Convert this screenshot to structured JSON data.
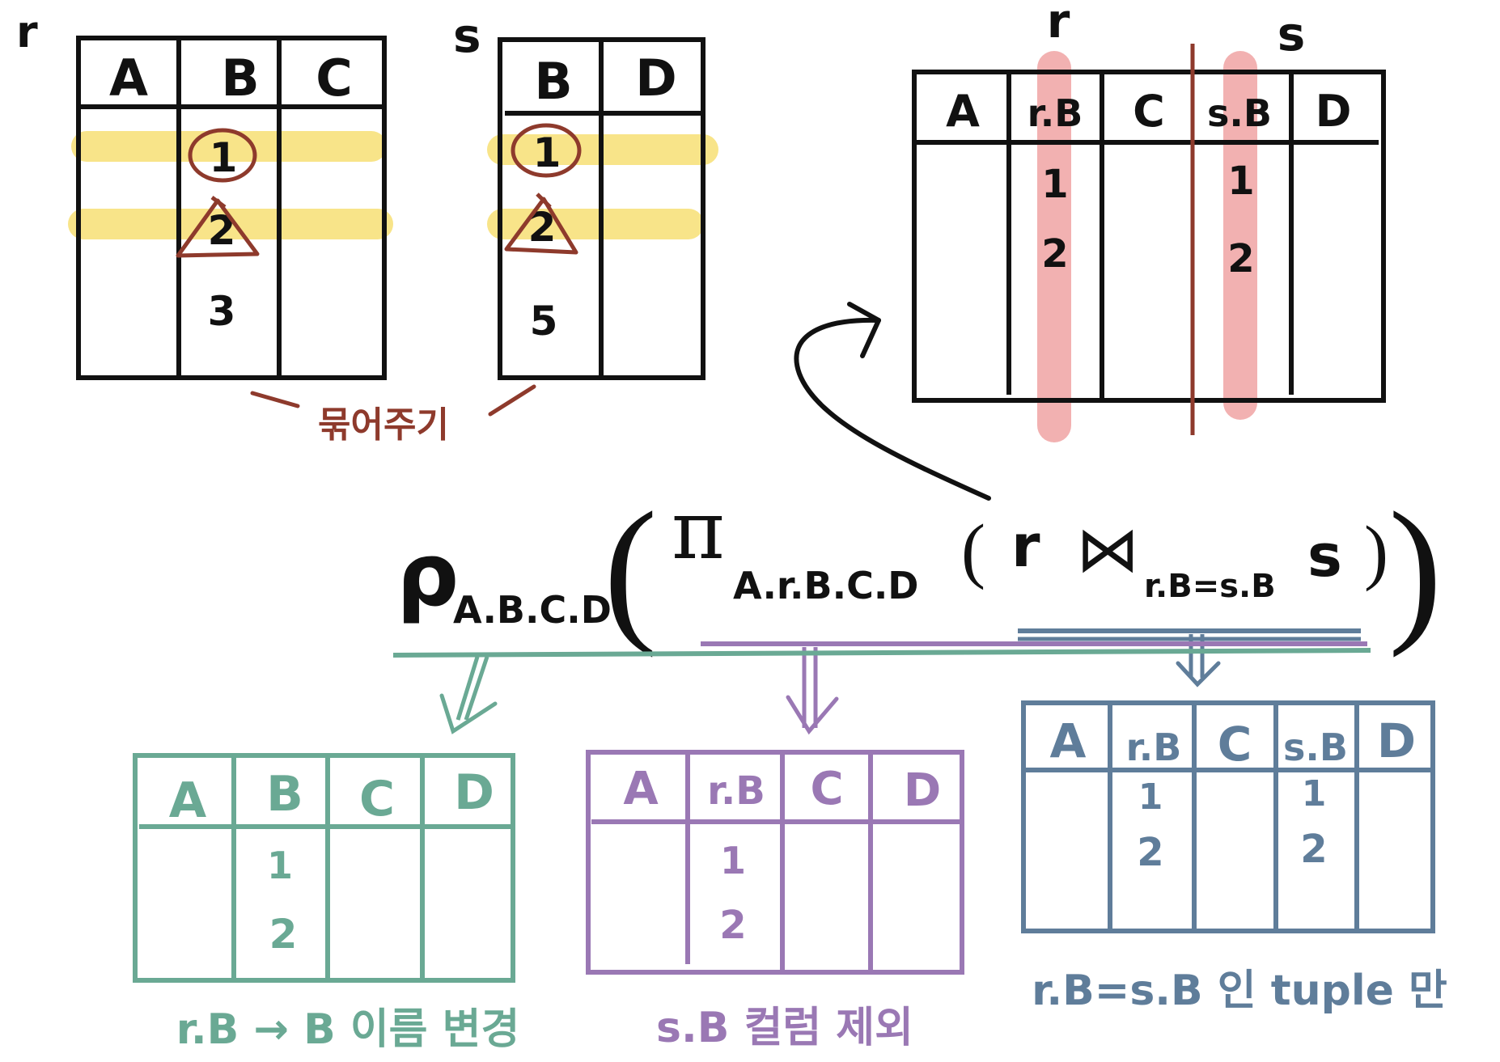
{
  "colors": {
    "ink": "#111111",
    "annotation": "#8e3a2c",
    "highlight_yellow": "#f7df74",
    "highlight_red": "#f0a3a3",
    "green": "#6aa994",
    "purple": "#9a78b4",
    "blue": "#5f7d9a"
  },
  "table_r": {
    "name": "r",
    "headers": [
      "A",
      "B",
      "C"
    ],
    "b_values": [
      "1",
      "2",
      "3"
    ]
  },
  "table_s": {
    "name": "s",
    "headers": [
      "B",
      "D"
    ],
    "b_values": [
      "1",
      "2",
      "5"
    ]
  },
  "bind_note": "묶어주기",
  "joined_table": {
    "label_r": "r",
    "label_s": "s",
    "headers": [
      "A",
      "r.B",
      "C",
      "s.B",
      "D"
    ],
    "rb_values": [
      "1",
      "2"
    ],
    "sb_values": [
      "1",
      "2"
    ]
  },
  "expression": {
    "rho": "ρ",
    "rho_sub": "A.B.C.D",
    "pi": "π",
    "pi_sub": "A.r.B.C.D",
    "open_paren": "(",
    "left": "r",
    "join": "⋈",
    "join_sub": "r.B=s.B",
    "right": "s",
    "close_paren": ")"
  },
  "green_table": {
    "headers": [
      "A",
      "B",
      "C",
      "D"
    ],
    "b_values": [
      "1",
      "2"
    ],
    "caption": "r.B → B 이름 변경"
  },
  "purple_table": {
    "headers": [
      "A",
      "r.B",
      "C",
      "D"
    ],
    "rb_values": [
      "1",
      "2"
    ],
    "caption": "s.B 컬럼 제외"
  },
  "blue_table": {
    "headers": [
      "A",
      "r.B",
      "C",
      "s.B",
      "D"
    ],
    "rb_values": [
      "1",
      "2"
    ],
    "sb_values": [
      "1",
      "2"
    ],
    "caption": "r.B=s.B 인 tuple 만"
  }
}
